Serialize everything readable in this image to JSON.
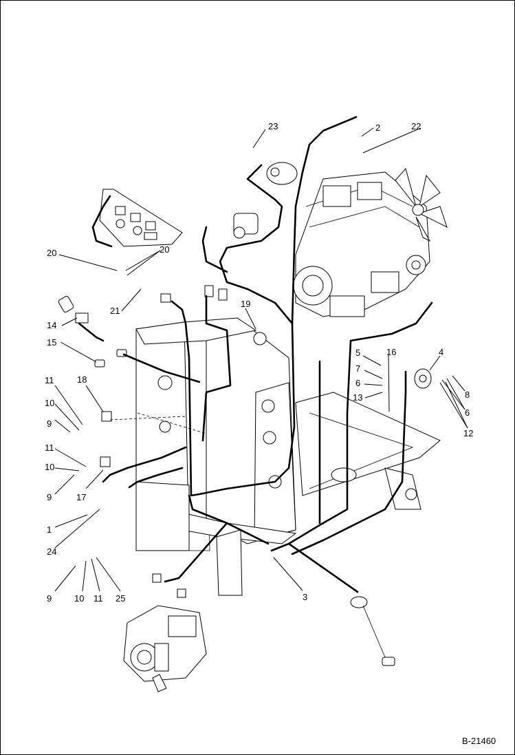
{
  "figure_id": "B-21460",
  "callouts": {
    "c1": "1",
    "c2": "2",
    "c3": "3",
    "c4": "4",
    "c5": "5",
    "c6a": "6",
    "c6b": "6",
    "c7": "7",
    "c8": "8",
    "c9a": "9",
    "c9b": "9",
    "c9c": "9",
    "c10a": "10",
    "c10b": "10",
    "c10c": "10",
    "c11a": "11",
    "c11b": "11",
    "c11c": "11",
    "c12": "12",
    "c13": "13",
    "c14": "14",
    "c15": "15",
    "c16": "16",
    "c17": "17",
    "c18": "18",
    "c19": "19",
    "c20a": "20",
    "c20b": "20",
    "c21": "21",
    "c22": "22",
    "c23": "23",
    "c24": "24",
    "c25": "25"
  }
}
